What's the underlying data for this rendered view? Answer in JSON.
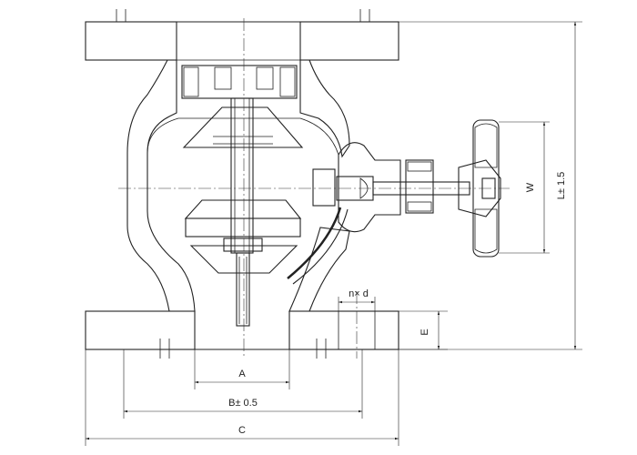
{
  "labels": {
    "a": "A",
    "b": "B± 0.5",
    "c": "C",
    "e": "E",
    "w": "W",
    "l": "L± 1.5",
    "nd": "n× d"
  },
  "colors": {
    "line": "#222222",
    "background": "#ffffff"
  }
}
